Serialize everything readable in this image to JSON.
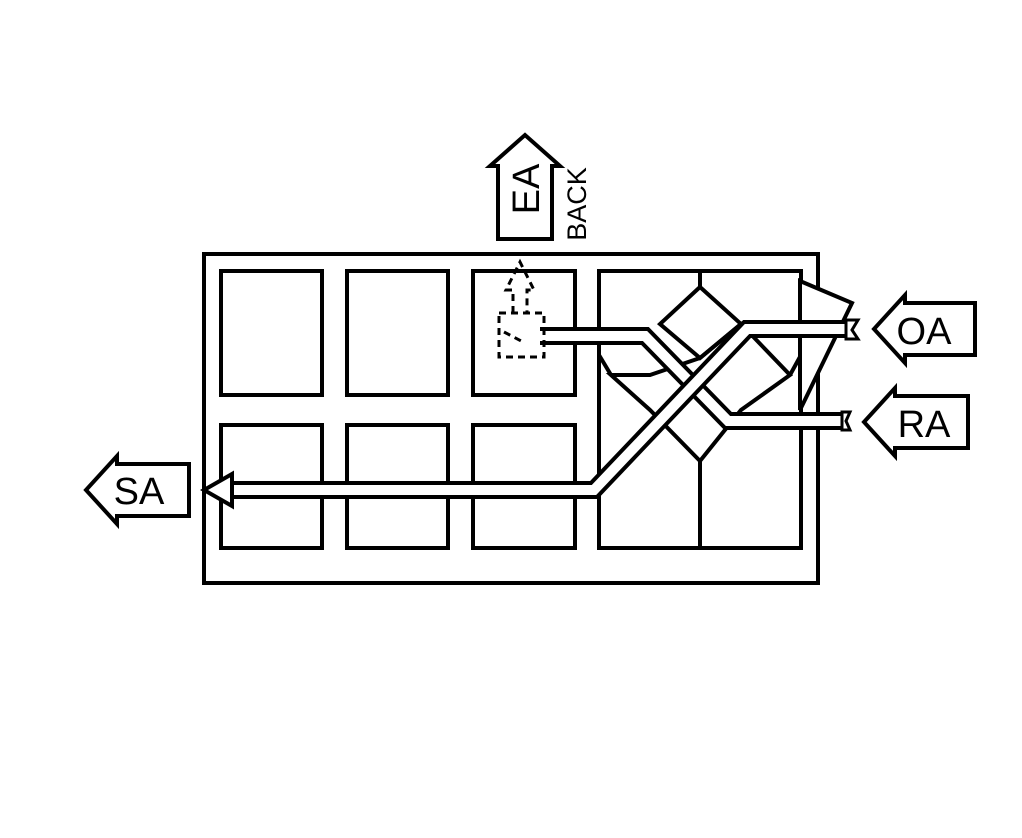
{
  "diagram": {
    "labels": {
      "sa": "SA",
      "oa": "OA",
      "ra": "RA",
      "ea": "EA",
      "back": "BACK"
    },
    "colors": {
      "stroke": "#000000",
      "fill": "#ffffff"
    }
  }
}
